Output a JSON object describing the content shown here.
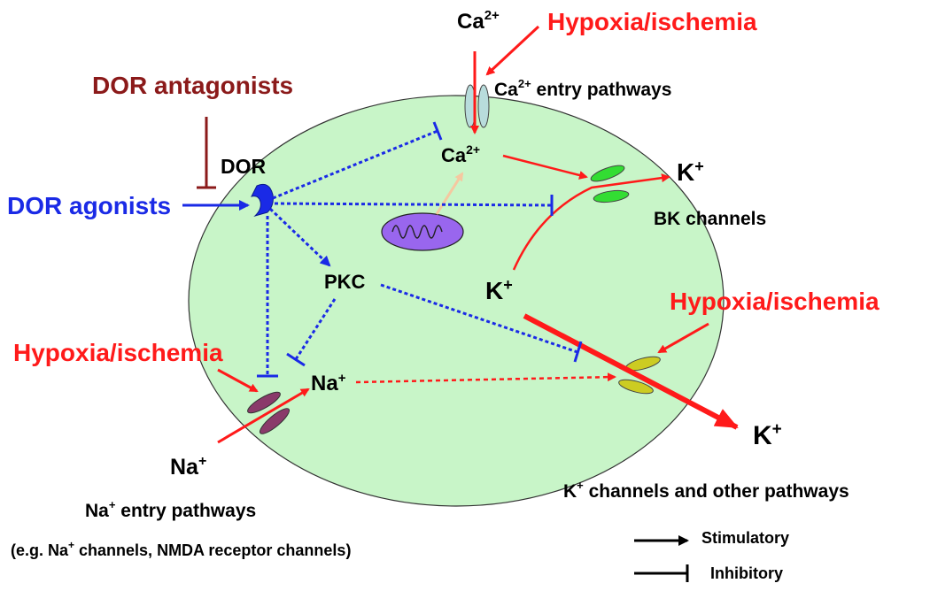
{
  "colors": {
    "cell": "#c8f5c8",
    "stimulatory_red": "#ff1a1a",
    "inhibitory_blue": "#1a2ae6",
    "antagonist": "#8b1a1a",
    "mitochondrion": "#9966ee",
    "ca_channel": "#b8dcdc",
    "bk_channel": "#33dd33",
    "k_channel": "#cccc22",
    "na_channel": "#8a3a6a",
    "mito_arrow": "#f5c8a0"
  },
  "labels": {
    "ca_outside": "Ca",
    "ca_outside_sup": "2+",
    "hypoxia_top": "Hypoxia/ischemia",
    "ca_entry": "Ca",
    "ca_entry_sup": "2+",
    "ca_entry_rest": " entry pathways",
    "dor_antagonists": "DOR antagonists",
    "dor": "DOR",
    "dor_agonists": "DOR agonists",
    "ca_inside": "Ca",
    "ca_inside_sup": "2+",
    "k_bk": "K",
    "k_bk_sup": "+",
    "bk_channels": "BK channels",
    "pkc": "PKC",
    "k_inside": "K",
    "k_inside_sup": "+",
    "hypoxia_right": "Hypoxia/ischemia",
    "hypoxia_left": "Hypoxia/ischemia",
    "na_inside": "Na",
    "na_inside_sup": "+",
    "k_outside": "K",
    "k_outside_sup": "+",
    "na_outside": "Na",
    "na_outside_sup": "+",
    "k_channels_k": "K",
    "k_channels_sup": "+",
    "k_channels_rest": " channels and other pathways",
    "na_entry": "Na",
    "na_entry_sup": "+",
    "na_entry_rest": " entry pathways",
    "eg_prefix": "(e.g. Na",
    "eg_sup": "+",
    "eg_rest": " channels, NMDA receptor channels)",
    "legend_stimulatory": "Stimulatory",
    "legend_inhibitory": "Inhibitory"
  }
}
